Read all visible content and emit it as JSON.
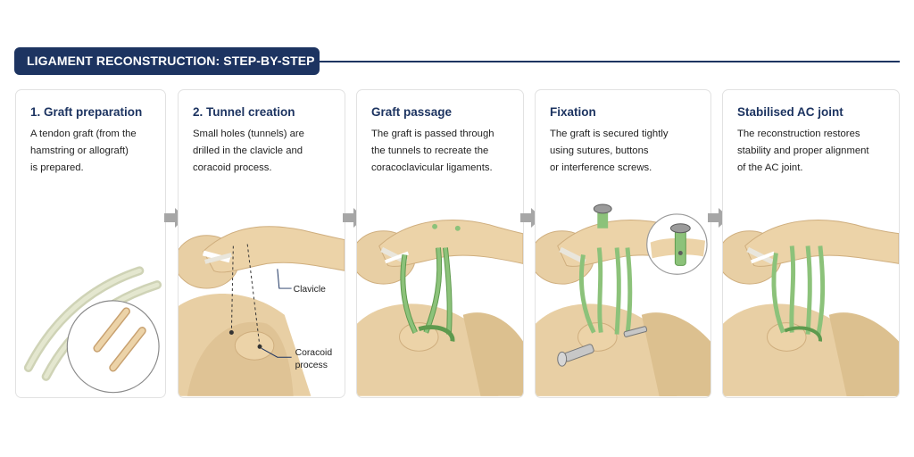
{
  "header": {
    "title": "LIGAMENT RECONSTRUCTION: STEP-BY-STEP"
  },
  "panels": [
    {
      "title": "1. Graft preparation",
      "description": "A tendon graft (from the\nhamstring or allograft)\nis prepared."
    },
    {
      "title": "2. Tunnel creation",
      "description": "Small holes (tunnels) are\ndrilled in the clavicle and\ncoracoid process.",
      "labels": {
        "clavicle": "Clavicle",
        "coracoid_line1": "Coracoid",
        "coracoid_line2": "process"
      }
    },
    {
      "title": "Graft passage",
      "description": "The graft is passed through\nthe tunnels to recreate the\ncoracoclavicular ligaments."
    },
    {
      "title": "Fixation",
      "description": "The graft is secured tightly\nusing sutures, buttons\nor interference screws."
    },
    {
      "title": "Stabilised AC joint",
      "description": "The reconstruction restores\nstability and proper alignment\nof the AC joint."
    }
  ],
  "colors": {
    "header_bg": "#1d3461",
    "bone": "#ecd3a8",
    "bone_shadow": "#d2b283",
    "graft": "#8cc27a",
    "graft_dark": "#5e9a4e",
    "ligament": "#e9e6dc",
    "arrow": "#a6a6a6"
  },
  "icons": [
    "right-arrow-icon",
    "screw-icon",
    "button-icon"
  ]
}
